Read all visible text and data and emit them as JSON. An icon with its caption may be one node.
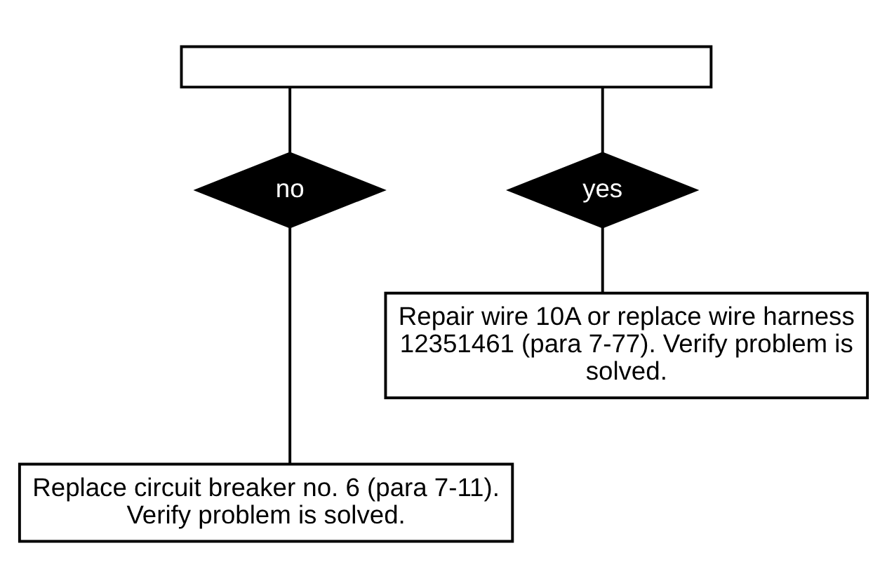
{
  "diagram": {
    "nodes": [
      {
        "text": [],
        "shape": "box"
      },
      {
        "text": [
          "no"
        ]
      },
      {
        "text": [
          "yes"
        ]
      },
      {
        "text": [
          "Repair wire 10A or replace wire harness 12351461 (para 7-77). Verify problem is solved."
        ]
      },
      {
        "text": [
          "Replace circuit breaker no. 6 (para 7-11). Verify problem is solved."
        ]
      }
    ],
    "edges": [
      {
        "from": 0,
        "to": 1,
        "arrow": "none"
      },
      {
        "from": 0,
        "to": 2,
        "arrow": "none"
      },
      {
        "from": 2,
        "to": 3,
        "arrow": "none"
      },
      {
        "from": 1,
        "to": 4,
        "arrow": "none"
      }
    ]
  }
}
